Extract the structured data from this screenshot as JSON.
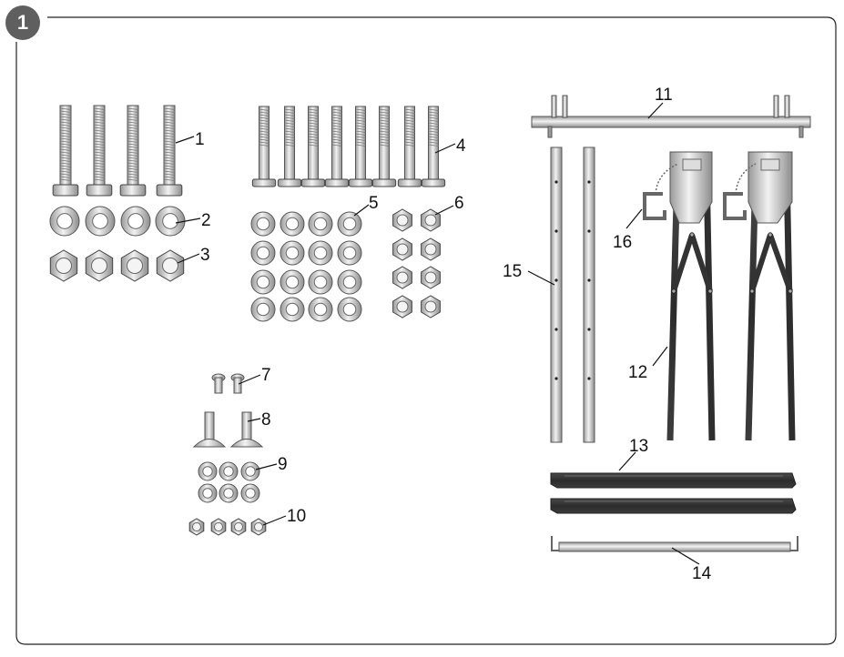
{
  "step": {
    "number": "1"
  },
  "parts": [
    {
      "id": "part-1",
      "label": "1",
      "name": "long-hex-bolt"
    },
    {
      "id": "part-2",
      "label": "2",
      "name": "large-flat-washer"
    },
    {
      "id": "part-3",
      "label": "3",
      "name": "large-hex-nut"
    },
    {
      "id": "part-4",
      "label": "4",
      "name": "threaded-bolt"
    },
    {
      "id": "part-5",
      "label": "5",
      "name": "flat-washer"
    },
    {
      "id": "part-6",
      "label": "6",
      "name": "hex-nut"
    },
    {
      "id": "part-7",
      "label": "7",
      "name": "short-screw"
    },
    {
      "id": "part-8",
      "label": "8",
      "name": "carriage-bolt"
    },
    {
      "id": "part-9",
      "label": "9",
      "name": "small-washer"
    },
    {
      "id": "part-10",
      "label": "10",
      "name": "small-hex-nut"
    },
    {
      "id": "part-11",
      "label": "11",
      "name": "top-cross-bar"
    },
    {
      "id": "part-12",
      "label": "12",
      "name": "folding-leg-bracket"
    },
    {
      "id": "part-13",
      "label": "13",
      "name": "dark-rail"
    },
    {
      "id": "part-14",
      "label": "14",
      "name": "light-cross-brace"
    },
    {
      "id": "part-15",
      "label": "15",
      "name": "vertical-post"
    },
    {
      "id": "part-16",
      "label": "16",
      "name": "hook-clip"
    }
  ]
}
